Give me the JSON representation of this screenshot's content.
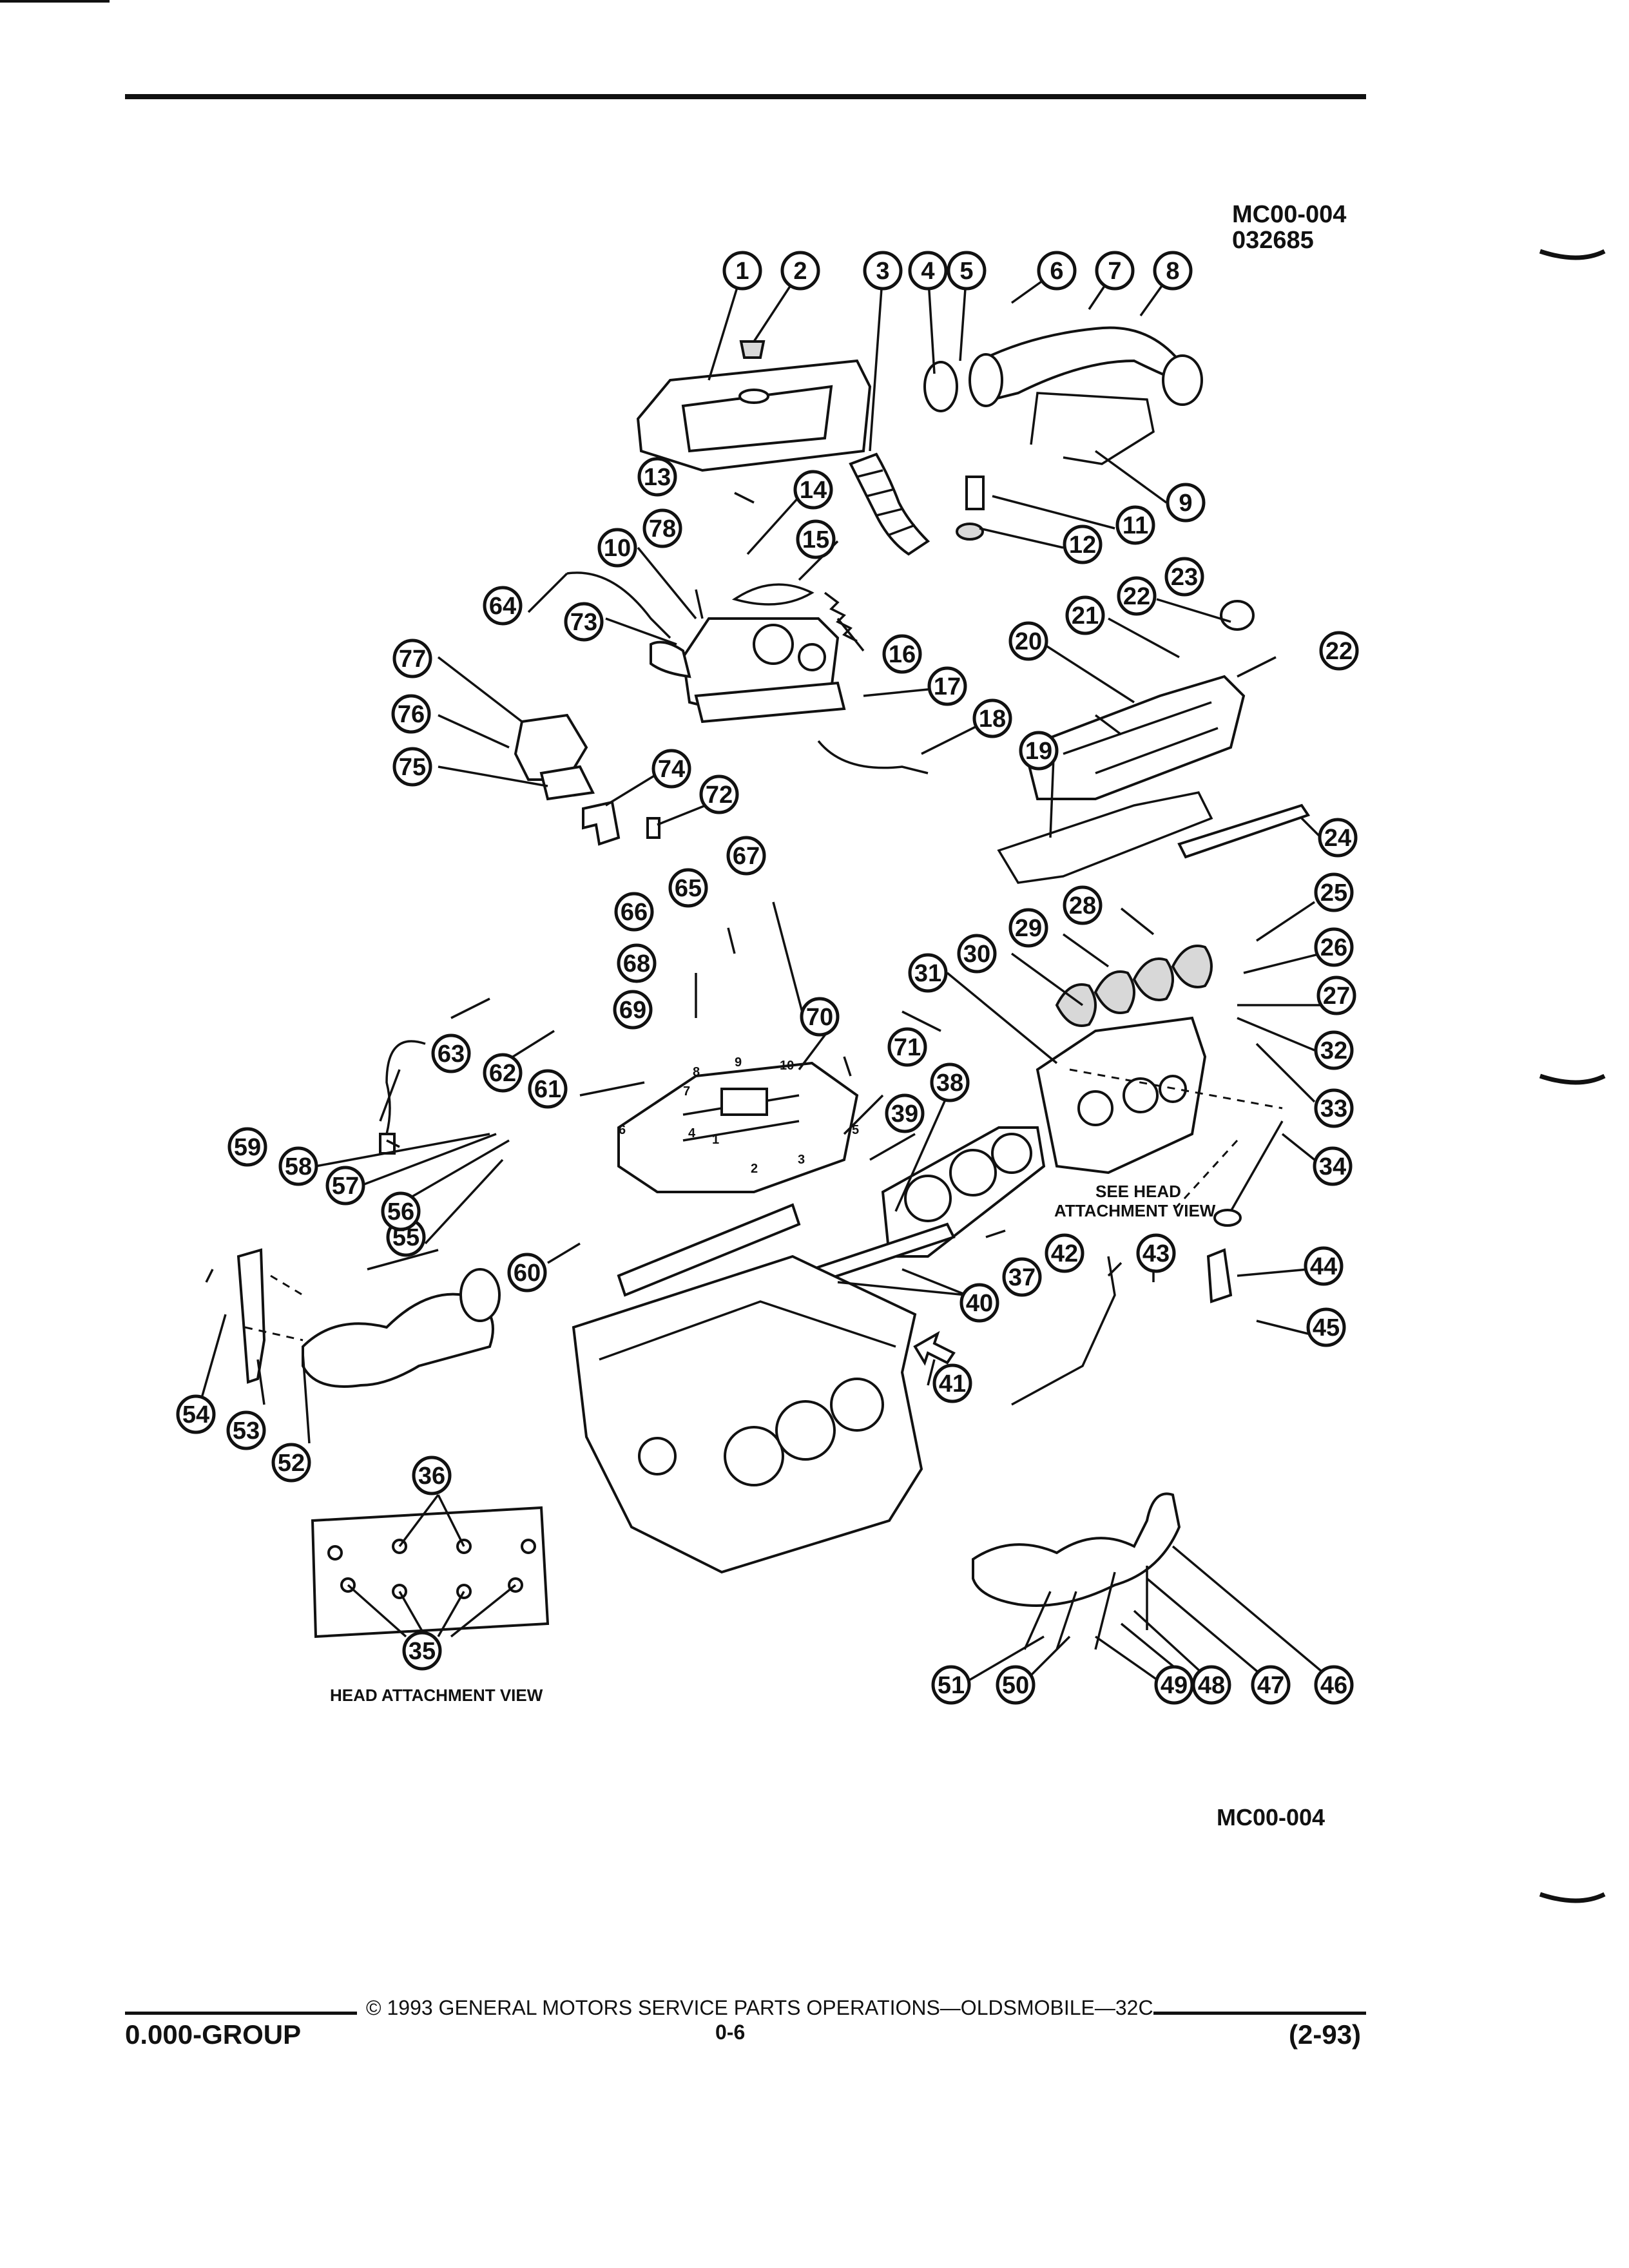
{
  "header": {
    "figure_code": "MC00-004",
    "figure_date": "032685"
  },
  "diagram": {
    "callout_numbers": [
      "1",
      "2",
      "3",
      "4",
      "5",
      "6",
      "7",
      "8",
      "9",
      "10",
      "11",
      "12",
      "13",
      "14",
      "15",
      "16",
      "17",
      "18",
      "19",
      "20",
      "21",
      "22",
      "22",
      "23",
      "24",
      "25",
      "26",
      "27",
      "28",
      "29",
      "30",
      "31",
      "32",
      "33",
      "34",
      "35",
      "36",
      "37",
      "38",
      "39",
      "40",
      "41",
      "42",
      "43",
      "44",
      "45",
      "46",
      "47",
      "48",
      "49",
      "50",
      "51",
      "52",
      "53",
      "54",
      "55",
      "56",
      "57",
      "58",
      "59",
      "60",
      "61",
      "62",
      "63",
      "64",
      "65",
      "66",
      "67",
      "68",
      "69",
      "70",
      "71",
      "72",
      "73",
      "74",
      "75",
      "76",
      "77",
      "78"
    ],
    "see_head_label_line1": "SEE HEAD",
    "see_head_label_line2": "ATTACHMENT VIEW",
    "head_attachment_caption": "HEAD ATTACHMENT VIEW",
    "manifold_order_numbers": [
      "1",
      "2",
      "3",
      "4",
      "5",
      "6",
      "7",
      "8",
      "9",
      "10"
    ]
  },
  "bottom_code": "MC00-004",
  "footer": {
    "copyright": "© 1993 GENERAL MOTORS SERVICE PARTS OPERATIONS—OLDSMOBILE—32C",
    "group": "0.000-GROUP",
    "page": "0-6",
    "date": "(2-93)"
  }
}
